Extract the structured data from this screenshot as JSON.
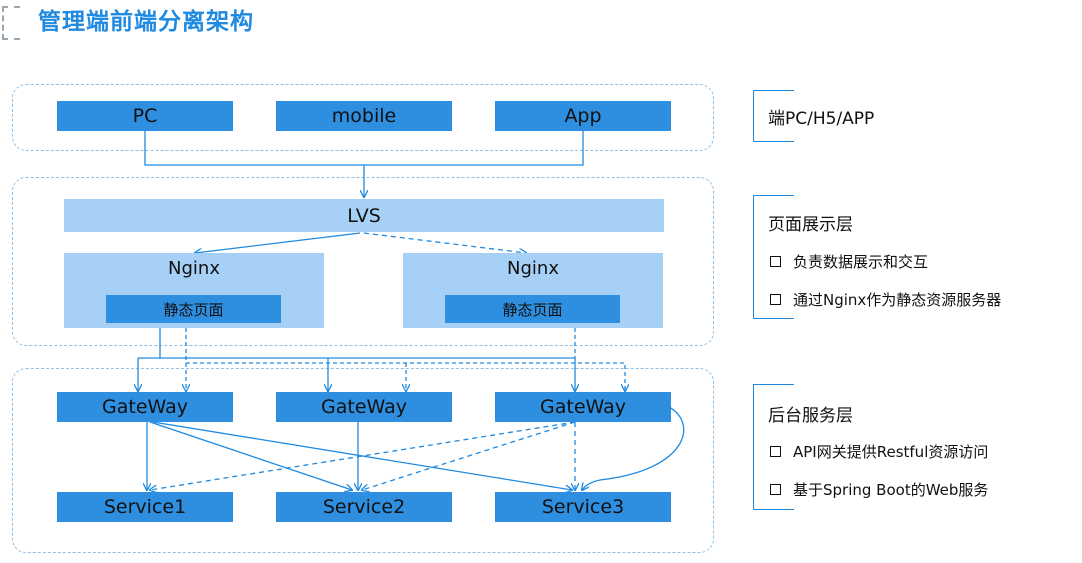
{
  "title": "管理端前端分离架构",
  "client_layer": {
    "boxes": [
      "PC",
      "mobile",
      "App"
    ],
    "side_label": "端PC/H5/APP"
  },
  "presentation_layer": {
    "lvs": "LVS",
    "nginx": [
      {
        "label": "Nginx",
        "inner": "静态页面"
      },
      {
        "label": "Nginx",
        "inner": "静态页面"
      }
    ],
    "side_title": "页面展示层",
    "bullets": [
      "负责数据展示和交互",
      "通过Nginx作为静态资源服务器"
    ]
  },
  "backend_layer": {
    "gateways": [
      "GateWay",
      "GateWay",
      "GateWay"
    ],
    "services": [
      "Service1",
      "Service2",
      "Service3"
    ],
    "side_title": "后台服务层",
    "bullets": [
      "API网关提供Restful资源访问",
      "基于Spring Boot的Web服务"
    ]
  },
  "colors": {
    "title": "#1f8ae0",
    "dark_box": "#2e8ee0",
    "light_box": "#a6d0f5",
    "line": "#1f8ae0",
    "group_border": "#8fbfe8"
  }
}
